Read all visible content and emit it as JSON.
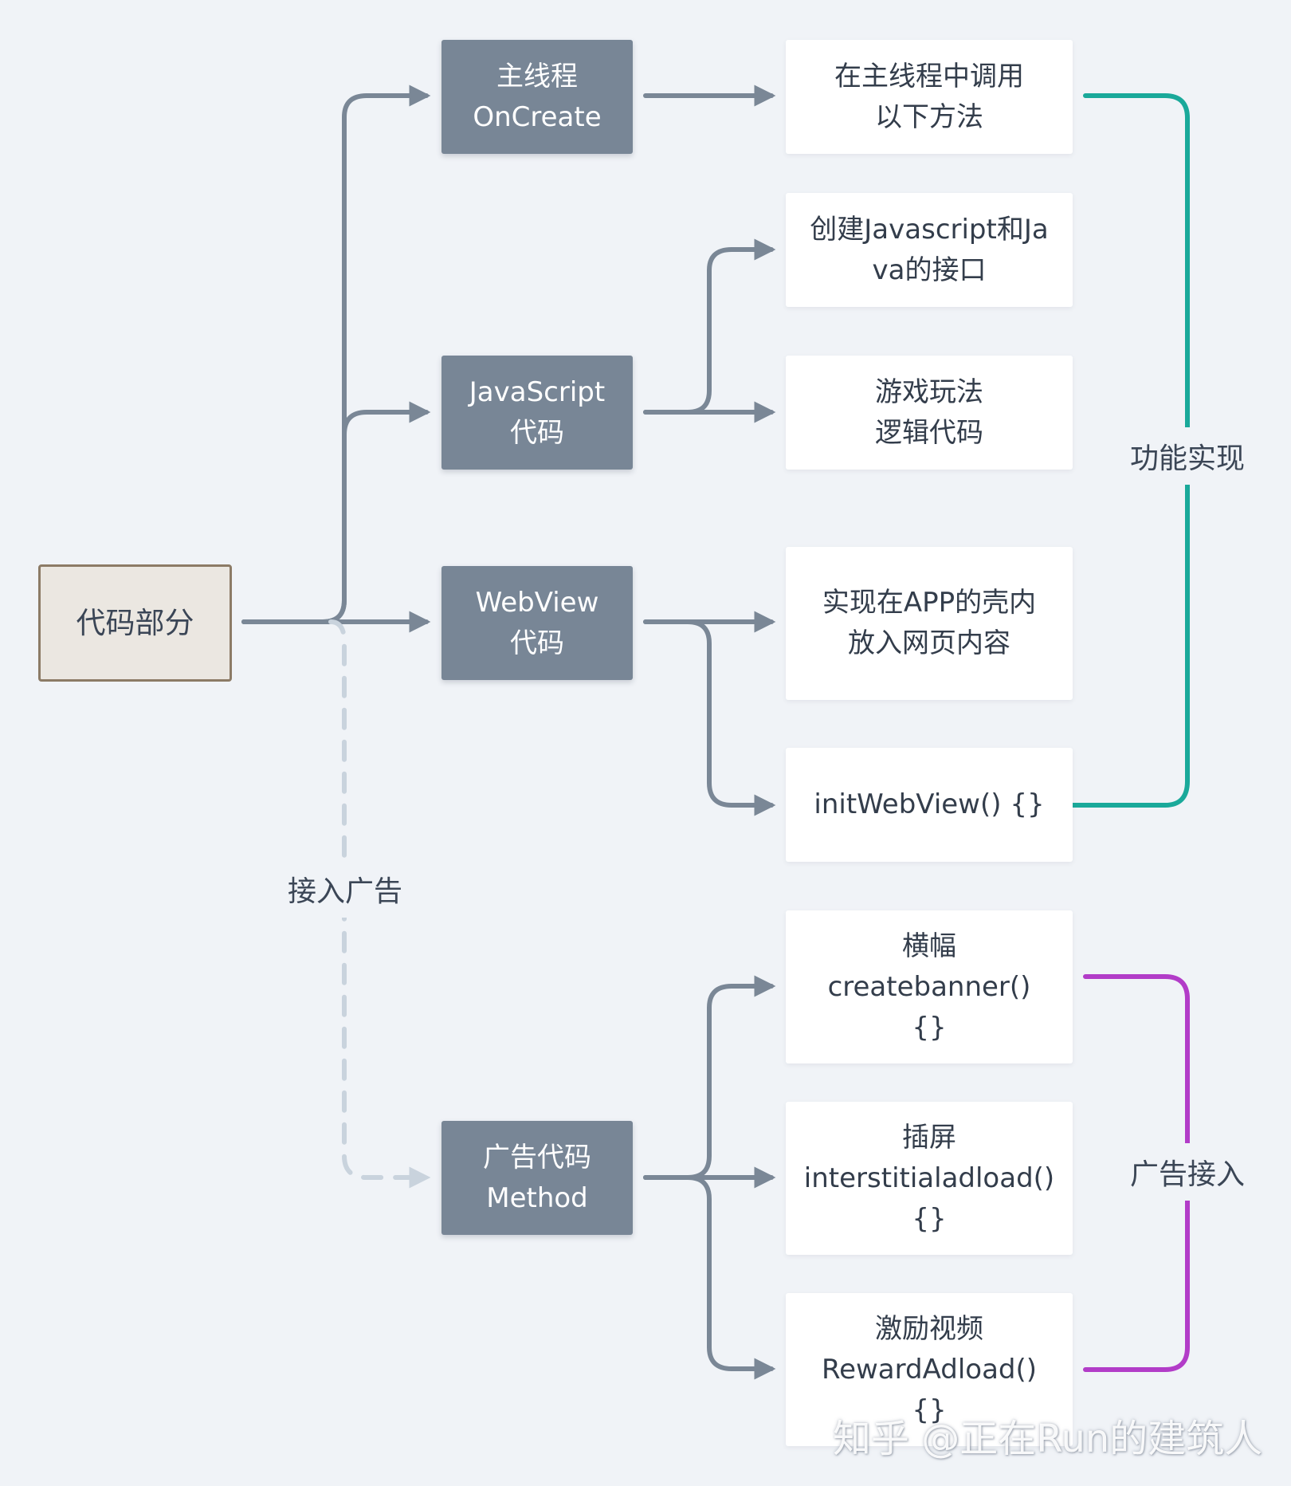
{
  "root": {
    "label": "代码部分"
  },
  "mids": {
    "main_thread": {
      "line1": "主线程",
      "line2": "OnCreate"
    },
    "javascript": {
      "line1": "JavaScript",
      "line2": "代码"
    },
    "webview": {
      "line1": "WebView",
      "line2": "代码"
    },
    "ad_code": {
      "line1": "广告代码",
      "line2": "Method"
    }
  },
  "leaves": {
    "call_methods": {
      "line1": "在主线程中调用",
      "line2": "以下方法"
    },
    "js_interface": {
      "line1": "创建Javascript和Ja",
      "line2": "va的接口"
    },
    "game_logic": {
      "line1": "游戏玩法",
      "line2": "逻辑代码"
    },
    "app_shell": {
      "line1": "实现在APP的壳内",
      "line2": "放入网页内容"
    },
    "init_webview": {
      "line1": "initWebView() {}"
    },
    "banner": {
      "line1": "横幅",
      "line2": "createbanner()",
      "line3": "{}"
    },
    "interstitial": {
      "line1": "插屏",
      "line2": "interstitialadload()",
      "line3": "{}"
    },
    "reward": {
      "line1": "激励视频",
      "line2": "RewardAdload()",
      "line3": "{}"
    }
  },
  "edge_labels": {
    "ad_access_dashed": "接入广告",
    "feature_impl": "功能实现",
    "ad_integration": "广告接入"
  },
  "colors": {
    "connector": "#7a8796",
    "dashed_connector": "#c9d3dd",
    "feature_bracket": "#1aa99a",
    "ad_bracket": "#b23cc8"
  },
  "watermark": "知乎 @正在Run的建筑人"
}
